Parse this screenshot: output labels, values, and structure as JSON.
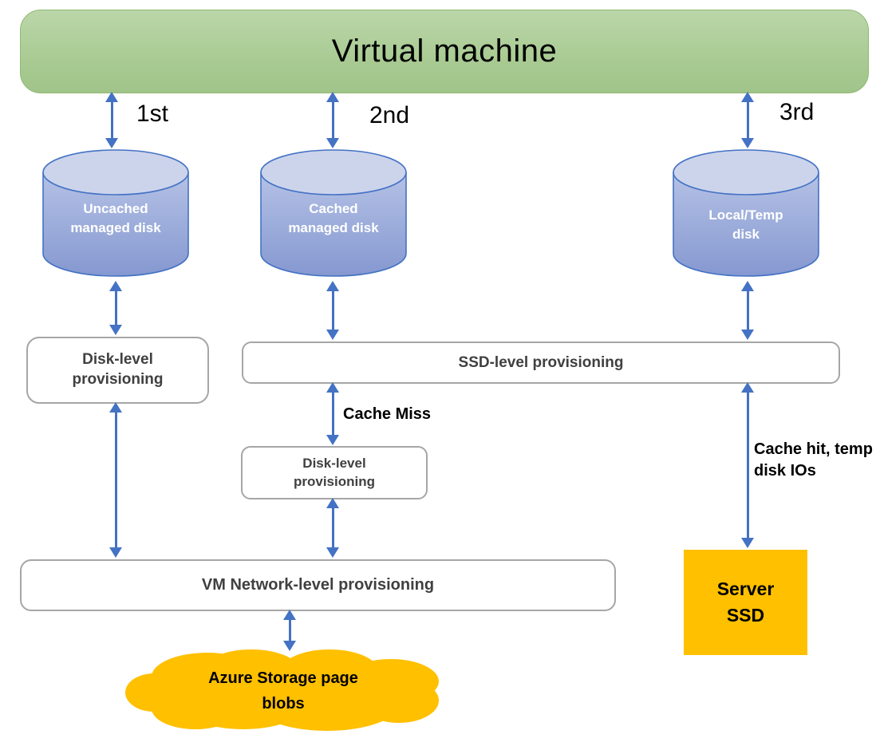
{
  "title": "Virtual machine",
  "ordinals": {
    "first": "1st",
    "second": "2nd",
    "third": "3rd"
  },
  "disks": {
    "uncached": "Uncached managed disk",
    "cached": "Cached managed disk",
    "local": "Local/Temp disk"
  },
  "boxes": {
    "disk_level_left": "Disk-level provisioning",
    "ssd_level": "SSD-level provisioning",
    "disk_level_mid": "Disk-level provisioning",
    "vm_network": "VM Network-level provisioning"
  },
  "labels": {
    "cache_miss": "Cache Miss",
    "cache_hit": "Cache hit, temp disk IOs"
  },
  "server_ssd": "Server SSD",
  "cloud": "Azure Storage page blobs",
  "colors": {
    "vm_green_top": "#bbd6a9",
    "vm_green_bottom": "#a0c489",
    "vm_green_border": "#8fba72",
    "cylinder_top": "#ccd4ec",
    "cylinder_body_light": "#b5c2e6",
    "cylinder_body_dark": "#8598d0",
    "cylinder_border": "#4472C4",
    "arrow_blue": "#4472C4",
    "box_border_gray": "#a6a6a6",
    "box_text_gray": "#404040",
    "orange": "#FFC000",
    "disk_text": "#ffffff"
  }
}
